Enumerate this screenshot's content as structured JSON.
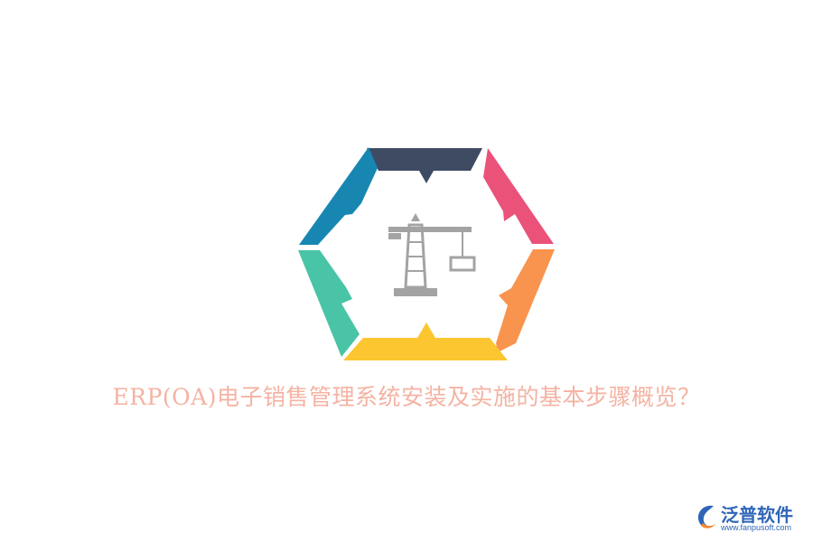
{
  "title": "ERP(OA)电子销售管理系统安装及实施的基本步骤概览？",
  "colors": {
    "segment_top": "#3f4b63",
    "segment_upper_right": "#ea527a",
    "segment_lower_right": "#f8944d",
    "segment_bottom": "#fbc630",
    "segment_lower_left": "#49c4a6",
    "segment_upper_left": "#1787b2",
    "icon": "#a3a3a3",
    "title_text": "#f4b3a3",
    "brand": "#2f66b8"
  },
  "center_icon": "construction-crane-icon",
  "brand": {
    "name": "泛普软件",
    "url": "www.fanpusoft.com",
    "logo_icon": "fanpu-logo-icon"
  }
}
